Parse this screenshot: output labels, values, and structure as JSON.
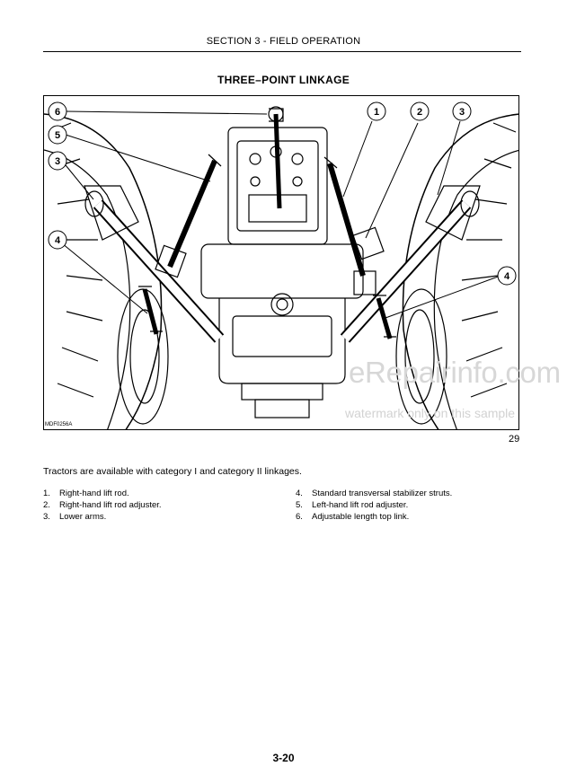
{
  "header": {
    "section": "SECTION 3 - FIELD OPERATION"
  },
  "title": "THREE–POINT LINKAGE",
  "figure": {
    "code": "MDF0256A",
    "number": "29",
    "callouts": [
      "6",
      "5",
      "3",
      "4",
      "1",
      "2",
      "3",
      "4"
    ]
  },
  "intro": "Tractors are available with category I and category II linkages.",
  "items_left": [
    {
      "num": "1.",
      "text": "Right-hand lift rod."
    },
    {
      "num": "2.",
      "text": "Right-hand lift rod adjuster."
    },
    {
      "num": "3.",
      "text": "Lower arms."
    }
  ],
  "items_right": [
    {
      "num": "4.",
      "text": "Standard transversal stabilizer struts."
    },
    {
      "num": "5.",
      "text": "Left-hand lift rod adjuster."
    },
    {
      "num": "6.",
      "text": "Adjustable length top link."
    }
  ],
  "page_number": "3-20",
  "watermark": {
    "main": "eRepairinfo.com",
    "sub": "watermark only on this sample"
  }
}
